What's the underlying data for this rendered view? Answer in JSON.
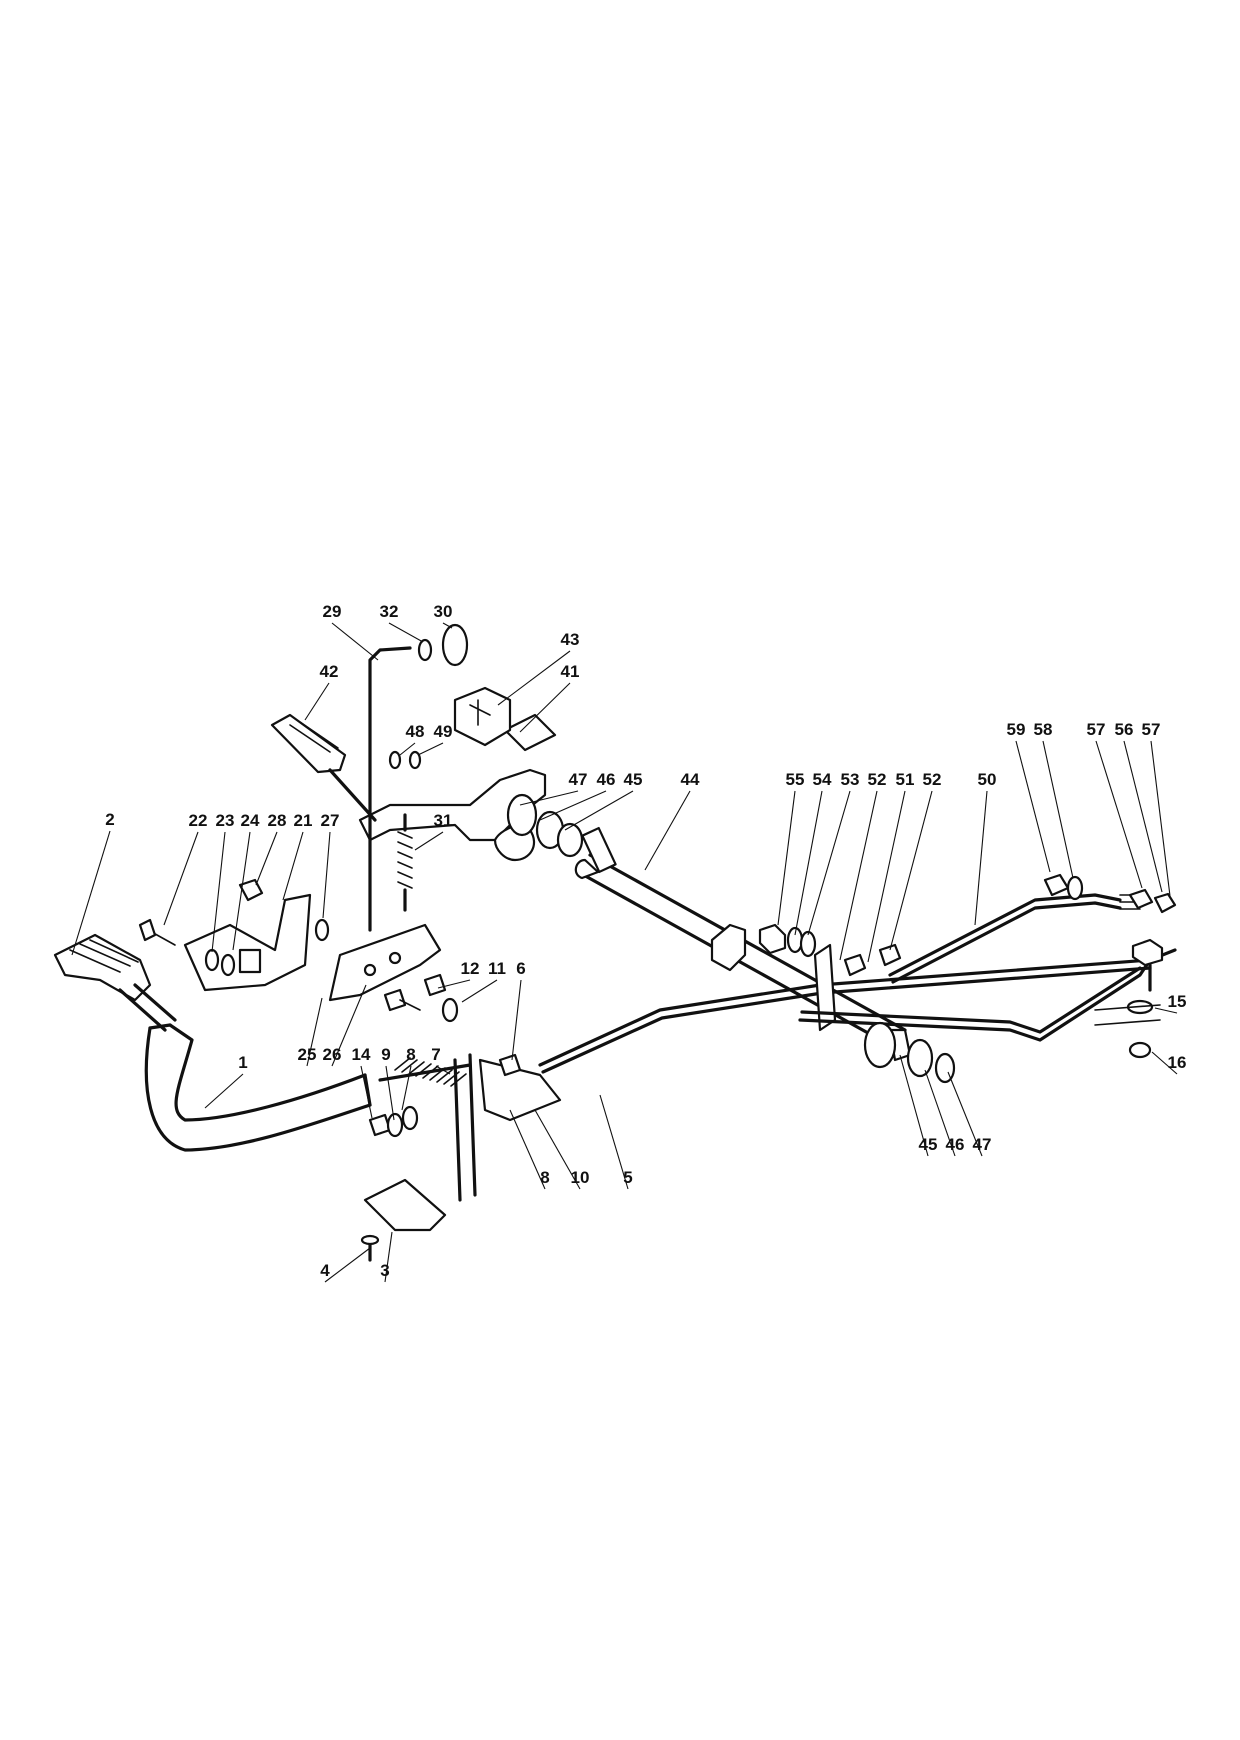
{
  "diagram": {
    "callouts": [
      {
        "id": "c-1",
        "label": "1"
      },
      {
        "id": "c-2",
        "label": "2"
      },
      {
        "id": "c-3",
        "label": "3"
      },
      {
        "id": "c-4",
        "label": "4"
      },
      {
        "id": "c-5",
        "label": "5"
      },
      {
        "id": "c-6",
        "label": "6"
      },
      {
        "id": "c-7",
        "label": "7"
      },
      {
        "id": "c-8a",
        "label": "8"
      },
      {
        "id": "c-8b",
        "label": "8"
      },
      {
        "id": "c-9",
        "label": "9"
      },
      {
        "id": "c-10",
        "label": "10"
      },
      {
        "id": "c-11",
        "label": "11"
      },
      {
        "id": "c-12",
        "label": "12"
      },
      {
        "id": "c-14",
        "label": "14"
      },
      {
        "id": "c-15",
        "label": "15"
      },
      {
        "id": "c-16",
        "label": "16"
      },
      {
        "id": "c-21",
        "label": "21"
      },
      {
        "id": "c-22",
        "label": "22"
      },
      {
        "id": "c-23",
        "label": "23"
      },
      {
        "id": "c-24",
        "label": "24"
      },
      {
        "id": "c-25",
        "label": "25"
      },
      {
        "id": "c-26",
        "label": "26"
      },
      {
        "id": "c-27",
        "label": "27"
      },
      {
        "id": "c-28",
        "label": "28"
      },
      {
        "id": "c-29",
        "label": "29"
      },
      {
        "id": "c-30",
        "label": "30"
      },
      {
        "id": "c-31",
        "label": "31"
      },
      {
        "id": "c-32",
        "label": "32"
      },
      {
        "id": "c-41",
        "label": "41"
      },
      {
        "id": "c-42",
        "label": "42"
      },
      {
        "id": "c-43",
        "label": "43"
      },
      {
        "id": "c-44",
        "label": "44"
      },
      {
        "id": "c-45a",
        "label": "45"
      },
      {
        "id": "c-45b",
        "label": "45"
      },
      {
        "id": "c-46a",
        "label": "46"
      },
      {
        "id": "c-46b",
        "label": "46"
      },
      {
        "id": "c-47a",
        "label": "47"
      },
      {
        "id": "c-47b",
        "label": "47"
      },
      {
        "id": "c-48",
        "label": "48"
      },
      {
        "id": "c-49",
        "label": "49"
      },
      {
        "id": "c-50",
        "label": "50"
      },
      {
        "id": "c-51",
        "label": "51"
      },
      {
        "id": "c-52a",
        "label": "52"
      },
      {
        "id": "c-52b",
        "label": "52"
      },
      {
        "id": "c-53",
        "label": "53"
      },
      {
        "id": "c-54",
        "label": "54"
      },
      {
        "id": "c-55",
        "label": "55"
      },
      {
        "id": "c-56",
        "label": "56"
      },
      {
        "id": "c-57a",
        "label": "57"
      },
      {
        "id": "c-57b",
        "label": "57"
      },
      {
        "id": "c-58",
        "label": "58"
      },
      {
        "id": "c-59",
        "label": "59"
      }
    ]
  }
}
